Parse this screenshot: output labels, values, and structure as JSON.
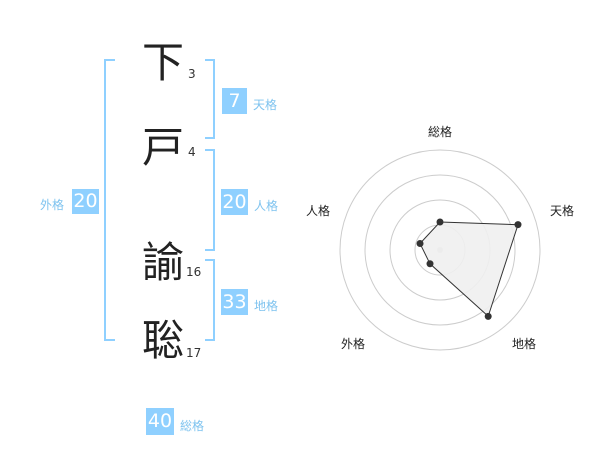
{
  "name": {
    "characters": [
      {
        "char": "下",
        "strokes": "3"
      },
      {
        "char": "戸",
        "strokes": "4"
      },
      {
        "char": "諭",
        "strokes": "16"
      },
      {
        "char": "聡",
        "strokes": "17"
      }
    ]
  },
  "fortune": {
    "tenkaku": {
      "label": "天格",
      "value": "7"
    },
    "jinkaku": {
      "label": "人格",
      "value": "20"
    },
    "chikaku": {
      "label": "地格",
      "value": "33"
    },
    "gaikaku": {
      "label": "外格",
      "value": "20"
    },
    "soukaku": {
      "label": "総格",
      "value": "40"
    }
  },
  "radar": {
    "labels": {
      "top": "総格",
      "right": "天格",
      "bottom_right": "地格",
      "bottom_left": "外格",
      "left": "人格"
    },
    "levels": 4,
    "values": {
      "soukaku": 0.28,
      "tenkaku": 0.82,
      "chikaku": 0.82,
      "gaikaku": 0.17,
      "jinkaku": 0.21
    },
    "fill_color": "#f0f0f0",
    "stroke_color": "#333333"
  },
  "colors": {
    "accent": "#8fd0ff",
    "label": "#7ec3ef",
    "bracket": "#8fd0ff"
  }
}
